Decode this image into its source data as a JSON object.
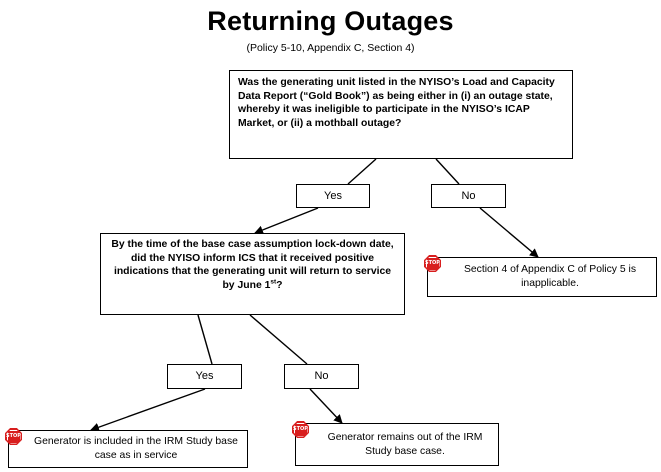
{
  "title": "Returning Outages",
  "subtitle": "(Policy 5-10, Appendix C, Section 4)",
  "question1": "Was the generating unit listed in the NYISO’s Load and Capacity Data Report (“Gold Book”) as being either in (i) an outage state, whereby it was ineligible to participate in the NYISO’s ICAP Market, or (ii) a mothball outage?",
  "q1_yes": "Yes",
  "q1_no": "No",
  "result_inapplicable": "Section 4 of Appendix C of Policy 5 is inapplicable.",
  "question2": {
    "text": "By the time of the base case assumption lock-down date, did the NYISO inform ICS that it received positive indications that the generating unit will return to service by June 1",
    "superscript": "st",
    "end": "?"
  },
  "q2_yes": "Yes",
  "q2_no": "No",
  "result_included": "Generator is included in the IRM Study base case as in service",
  "result_out": "Generator remains out of the IRM Study base case.",
  "stop_sign_text": "STOP",
  "colors": {
    "stop_sign": "#d81e1e",
    "line": "#000000"
  }
}
